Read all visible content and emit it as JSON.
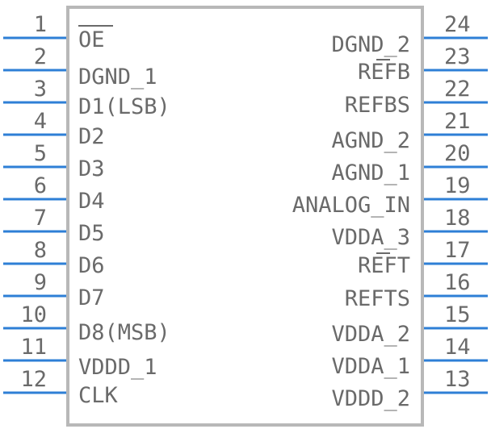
{
  "left_pins": [
    {
      "number": "1",
      "name": "OE"
    },
    {
      "number": "2",
      "name": "DGND_1"
    },
    {
      "number": "3",
      "name": "D1(LSB)"
    },
    {
      "number": "4",
      "name": "D2"
    },
    {
      "number": "5",
      "name": "D3"
    },
    {
      "number": "6",
      "name": "D4"
    },
    {
      "number": "7",
      "name": "D5"
    },
    {
      "number": "8",
      "name": "D6"
    },
    {
      "number": "9",
      "name": "D7"
    },
    {
      "number": "10",
      "name": "D8(MSB)"
    },
    {
      "number": "11",
      "name": "VDDD_1"
    },
    {
      "number": "12",
      "name": "CLK"
    }
  ],
  "right_pins": [
    {
      "number": "24",
      "name": "DGND_2"
    },
    {
      "number": "23",
      "name": "REFB"
    },
    {
      "number": "22",
      "name": "REFBS"
    },
    {
      "number": "21",
      "name": "AGND_2"
    },
    {
      "number": "20",
      "name": "AGND_1"
    },
    {
      "number": "19",
      "name": "ANALOG_IN"
    },
    {
      "number": "18",
      "name": "VDDA_3"
    },
    {
      "number": "17",
      "name": "REFT"
    },
    {
      "number": "16",
      "name": "REFTS"
    },
    {
      "number": "15",
      "name": "VDDA_2"
    },
    {
      "number": "14",
      "name": "VDDA_1"
    },
    {
      "number": "13",
      "name": "VDDD_2"
    }
  ],
  "colors": {
    "pin": "#2e7fd6",
    "body_outline": "#b8b8b8",
    "text": "#6a6a6a"
  }
}
